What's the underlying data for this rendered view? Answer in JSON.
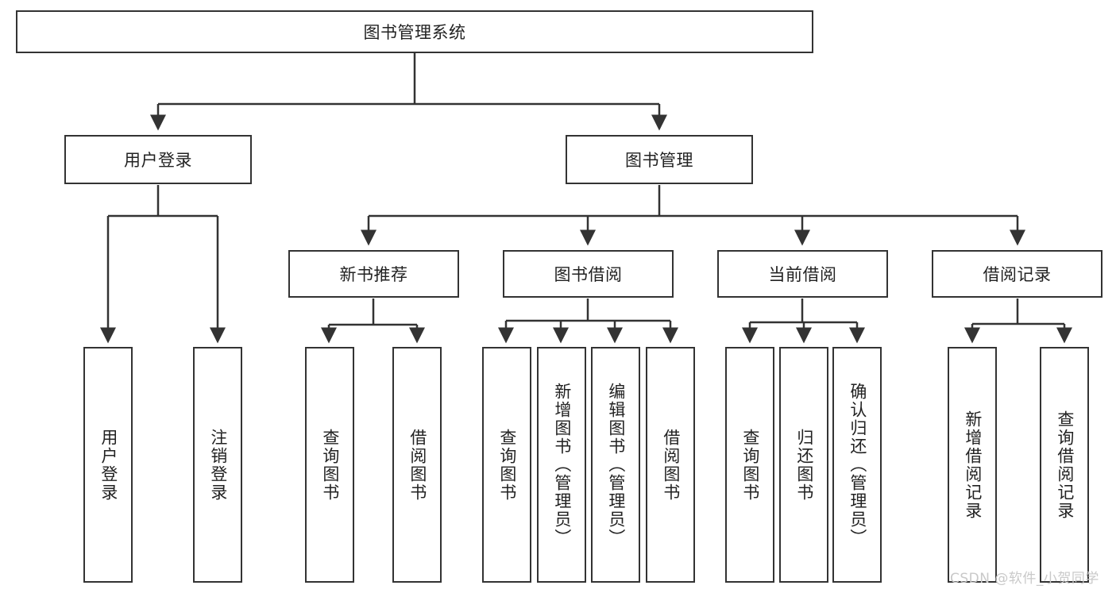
{
  "diagram": {
    "type": "tree-hierarchy",
    "title": "图书管理系统",
    "watermark": "CSDN @软件_小贺同学",
    "colors": {
      "background": "#ffffff",
      "box_border": "#333333",
      "box_fill": "#ffffff",
      "connector": "#333333",
      "text": "#222222",
      "watermark": "#c9c9c9"
    },
    "levels": {
      "root": {
        "label": "图书管理系统"
      },
      "level2": [
        {
          "id": "user-login",
          "label": "用户登录"
        },
        {
          "id": "book-management",
          "label": "图书管理"
        }
      ],
      "level3": [
        {
          "id": "new-book-recommend",
          "label": "新书推荐",
          "parent": "book-management"
        },
        {
          "id": "book-borrow",
          "label": "图书借阅",
          "parent": "book-management"
        },
        {
          "id": "current-borrow",
          "label": "当前借阅",
          "parent": "book-management"
        },
        {
          "id": "borrow-record",
          "label": "借阅记录",
          "parent": "book-management"
        }
      ],
      "leaves": [
        {
          "id": "leaf-user-login",
          "label": "用户登录",
          "parent": "user-login"
        },
        {
          "id": "leaf-logout-login",
          "label": "注销登录",
          "parent": "user-login"
        },
        {
          "id": "leaf-query-book-1",
          "label": "查询图书",
          "parent": "new-book-recommend"
        },
        {
          "id": "leaf-borrow-book-1",
          "label": "借阅图书",
          "parent": "new-book-recommend"
        },
        {
          "id": "leaf-query-book-2",
          "label": "查询图书",
          "parent": "book-borrow"
        },
        {
          "id": "leaf-add-book",
          "label": "新增图书（管理员）",
          "parent": "book-borrow"
        },
        {
          "id": "leaf-edit-book",
          "label": "编辑图书（管理员）",
          "parent": "book-borrow"
        },
        {
          "id": "leaf-borrow-book-2",
          "label": "借阅图书",
          "parent": "book-borrow"
        },
        {
          "id": "leaf-query-book-3",
          "label": "查询图书",
          "parent": "current-borrow"
        },
        {
          "id": "leaf-return-book",
          "label": "归还图书",
          "parent": "current-borrow"
        },
        {
          "id": "leaf-confirm-return",
          "label": "确认归还（管理员）",
          "parent": "current-borrow"
        },
        {
          "id": "leaf-add-record",
          "label": "新增借阅记录",
          "parent": "borrow-record"
        },
        {
          "id": "leaf-query-record",
          "label": "查询借阅记录",
          "parent": "borrow-record"
        }
      ]
    }
  }
}
